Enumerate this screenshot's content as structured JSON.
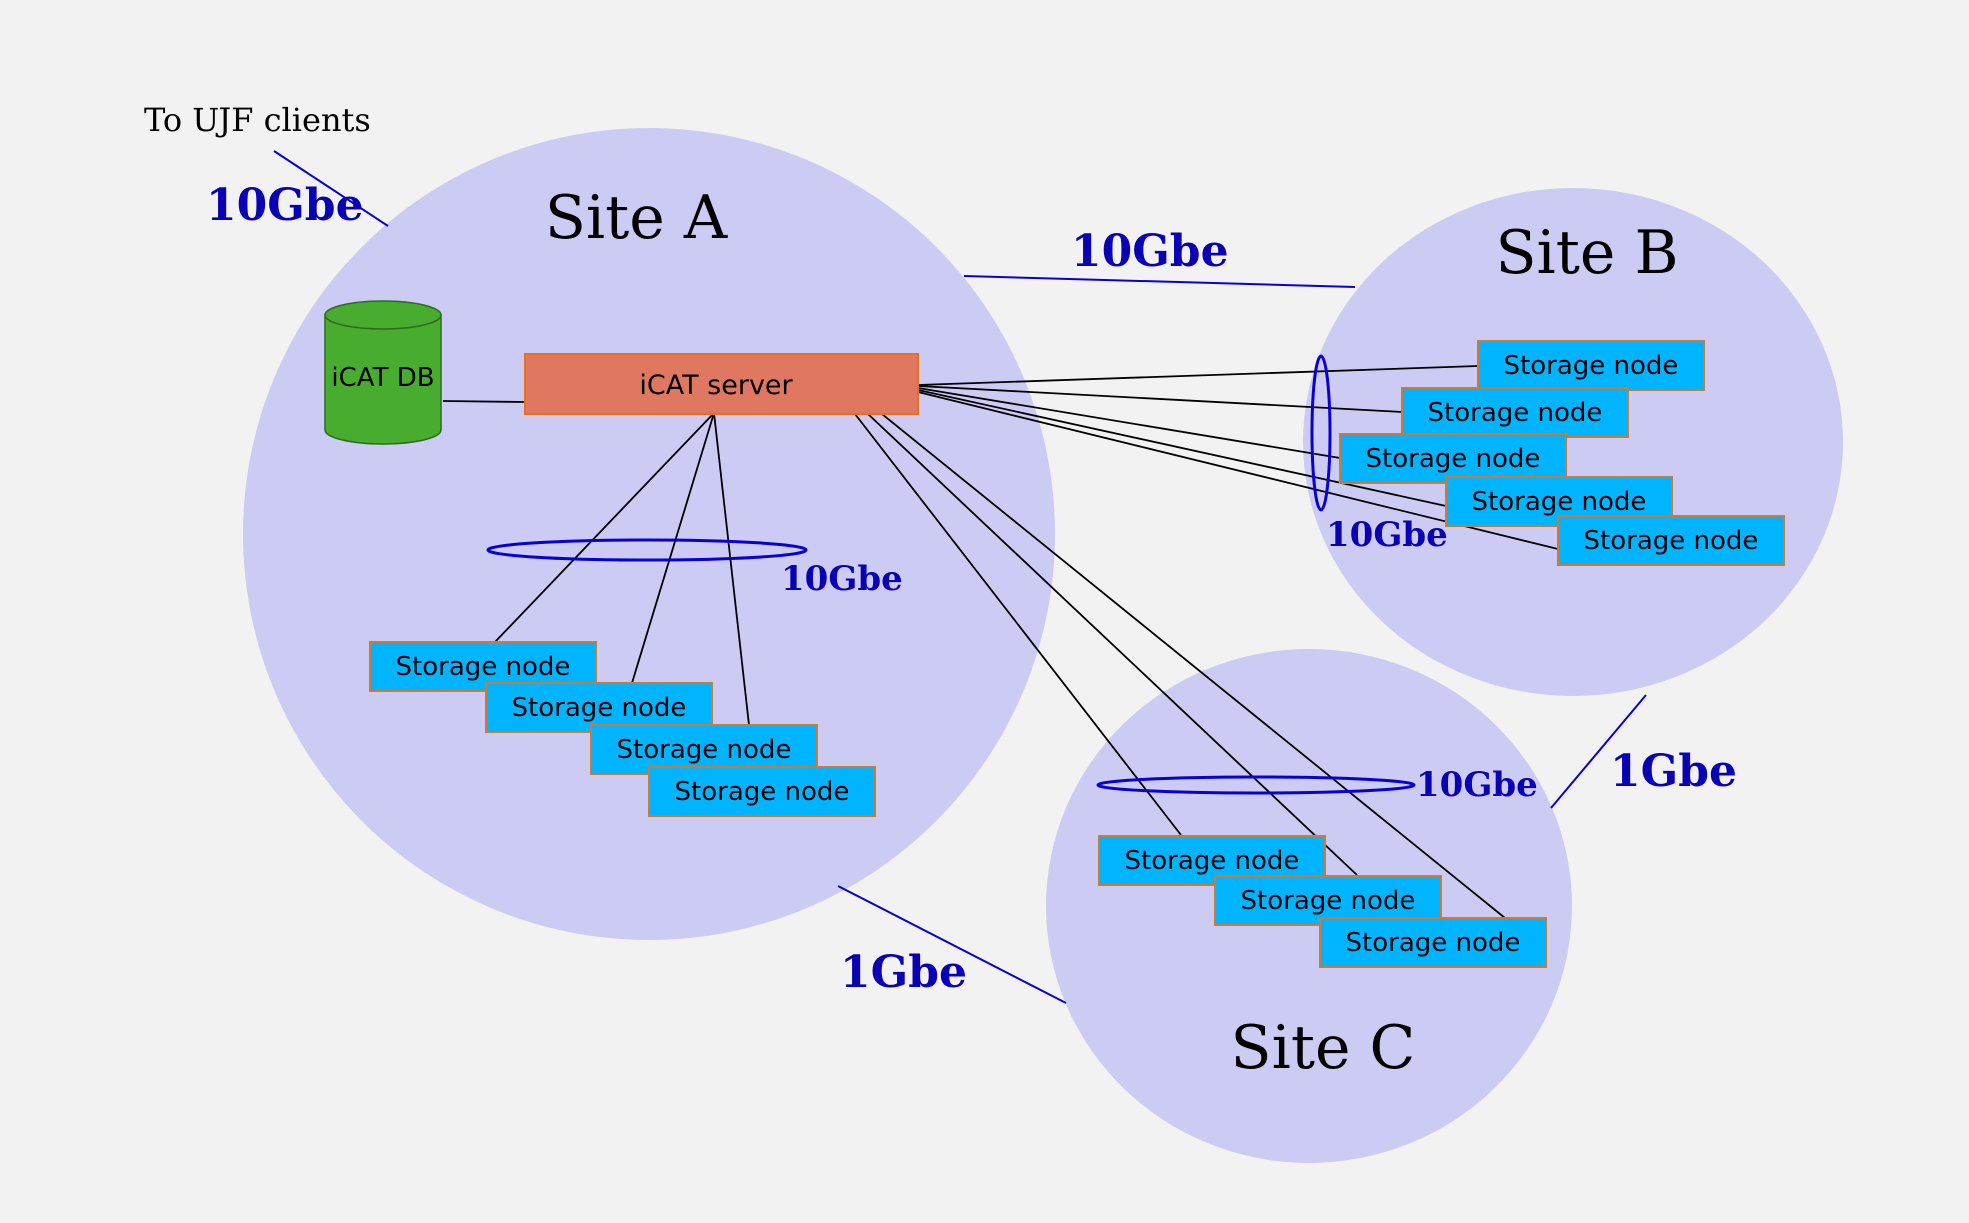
{
  "caption": "To UJF clients",
  "sites": {
    "a": "Site A",
    "b": "Site B",
    "c": "Site C"
  },
  "icat_db": "iCAT DB",
  "icat_server": "iCAT server",
  "storage_node": "Storage node",
  "speeds": {
    "ujf_link": "10Gbe",
    "a_to_b": "10Gbe",
    "a_internal": "10Gbe",
    "b_internal": "10Gbe",
    "c_internal": "10Gbe",
    "b_to_c": "1Gbe",
    "a_to_c": "1Gbe"
  },
  "colors": {
    "background": "#f2f2f2",
    "site_fill": "#cccbf3",
    "server_fill": "#df7761",
    "node_fill": "#00b4ff",
    "db_fill": "#48ac2e",
    "link_blue": "#0a00d2"
  }
}
